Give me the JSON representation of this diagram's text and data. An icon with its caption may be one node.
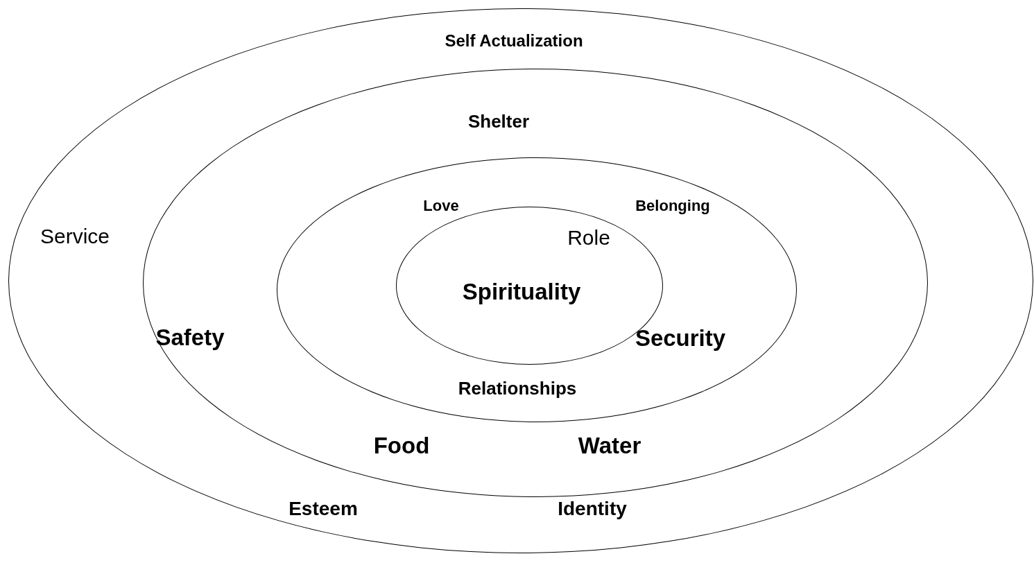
{
  "diagram": {
    "nodes": [
      {
        "text": [
          "Self Actualization",
          "Service",
          "Esteem",
          "Identity"
        ]
      },
      {
        "text": [
          "Shelter",
          "Safety",
          "Food",
          "Water"
        ],
        "in": 0
      },
      {
        "text": [
          "Love",
          "Belonging",
          "Relationships",
          "Security"
        ],
        "in": 1
      },
      {
        "text": [
          "Role",
          "Spirituality"
        ],
        "in": 2
      }
    ]
  }
}
